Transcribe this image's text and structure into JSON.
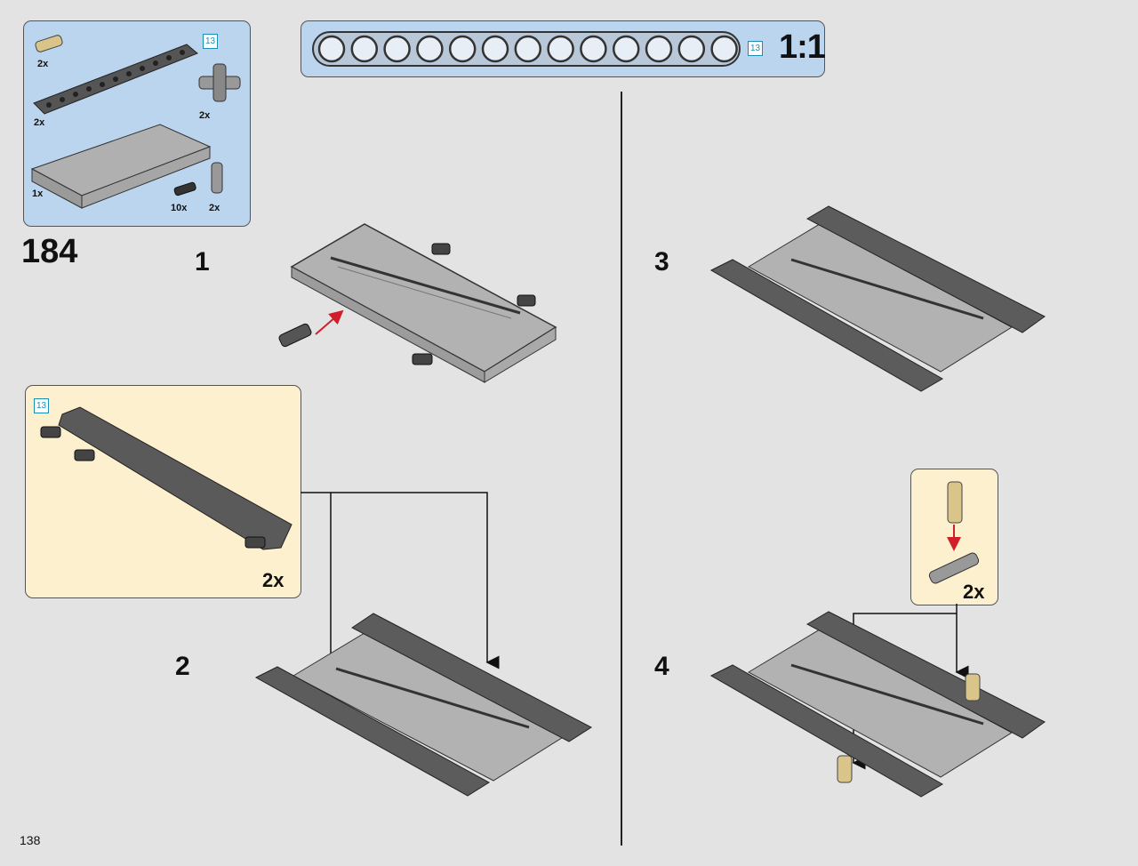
{
  "parts_list": {
    "beam_length_badge": "13",
    "quantities": {
      "pin_tan": "2x",
      "beam13": "2x",
      "cross_connector": "2x",
      "frame": "1x",
      "pin_black": "10x",
      "axle_connector": "2x"
    }
  },
  "ruler": {
    "length_badge": "13",
    "scale_label": "1:1",
    "hole_count": 13
  },
  "build": {
    "main_step": "184",
    "substep_1": "1",
    "substep_2": "2",
    "substep_3": "3",
    "substep_4": "4"
  },
  "subassembly": {
    "length_badge": "13",
    "quantity": "2x"
  },
  "pin_callout": {
    "quantity": "2x"
  },
  "page_number": "138"
}
